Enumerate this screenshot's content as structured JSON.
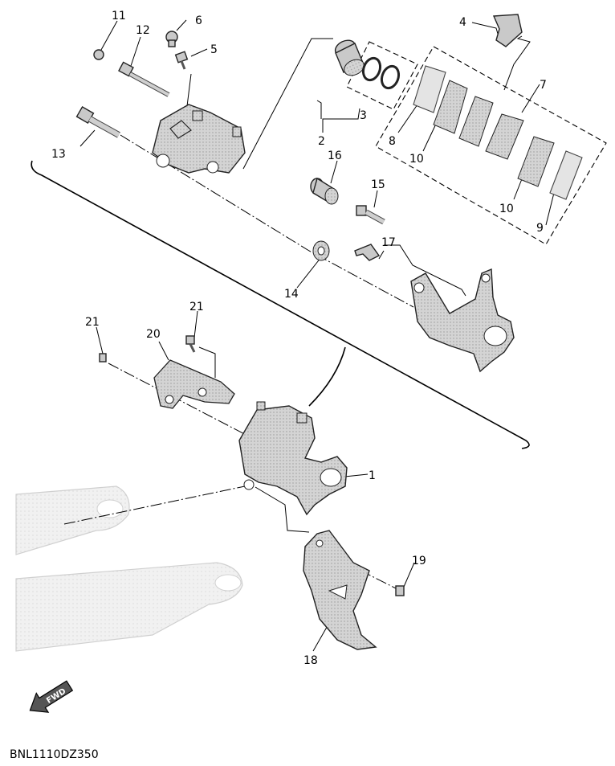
{
  "diagram": {
    "code": "BNL1110DZ350",
    "fwd_label": "FWD",
    "callouts": [
      "1",
      "2",
      "3",
      "4",
      "5",
      "6",
      "7",
      "8",
      "9",
      "10",
      "10",
      "11",
      "12",
      "13",
      "14",
      "15",
      "16",
      "17",
      "18",
      "19",
      "20",
      "21",
      "21"
    ]
  }
}
